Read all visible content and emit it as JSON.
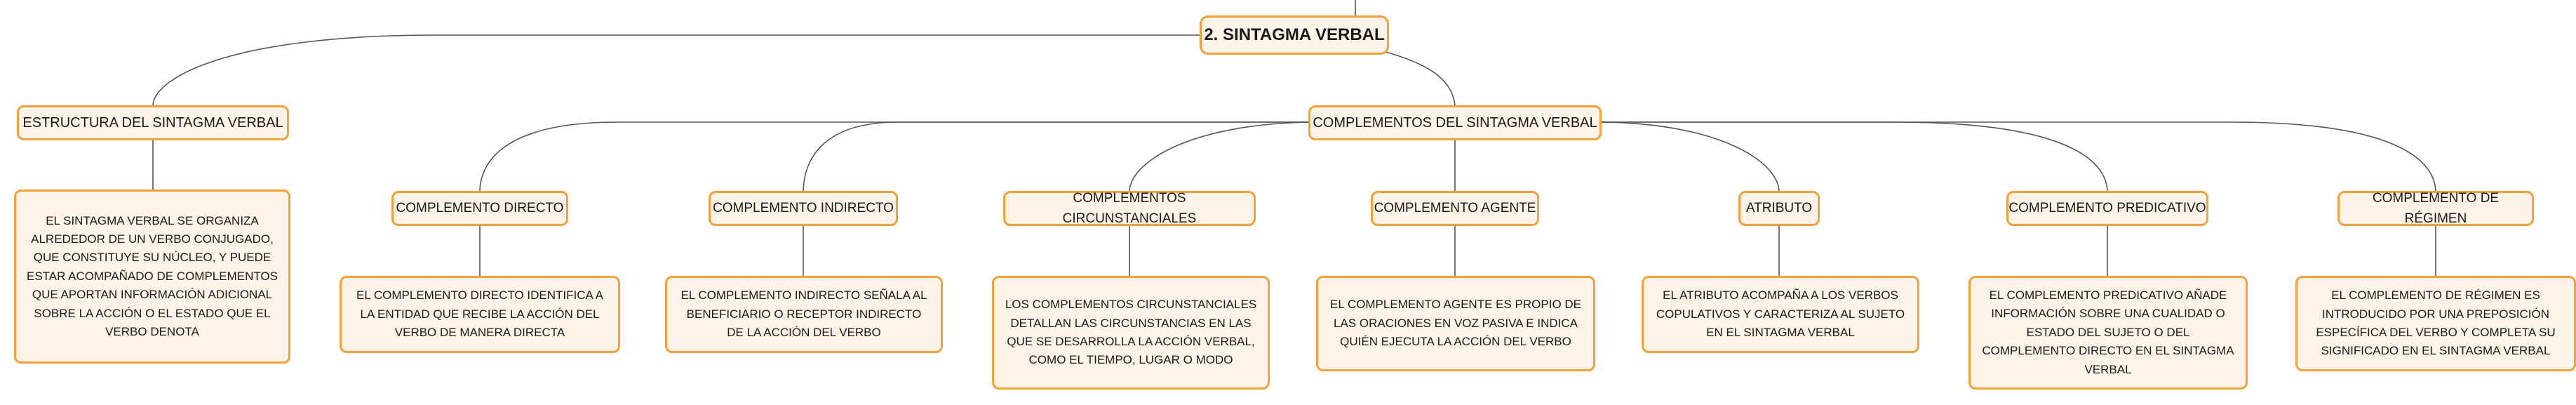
{
  "root": {
    "label": "2. SINTAGMA VERBAL"
  },
  "estructura": {
    "label": "ESTRUCTURA DEL SINTAGMA VERBAL",
    "desc": "EL SINTAGMA VERBAL SE ORGANIZA ALREDEDOR DE UN VERBO CONJUGADO, QUE CONSTITUYE SU NÚCLEO, Y PUEDE ESTAR ACOMPAÑADO DE COMPLEMENTOS QUE APORTAN INFORMACIÓN ADICIONAL SOBRE LA ACCIÓN O EL ESTADO QUE EL VERBO DENOTA"
  },
  "complementos": {
    "label": "COMPLEMENTOS DEL SINTAGMA VERBAL",
    "items": [
      {
        "label": "COMPLEMENTO DIRECTO",
        "desc": "EL COMPLEMENTO DIRECTO IDENTIFICA A LA ENTIDAD QUE RECIBE LA ACCIÓN DEL VERBO DE MANERA DIRECTA"
      },
      {
        "label": "COMPLEMENTO INDIRECTO",
        "desc": "EL COMPLEMENTO INDIRECTO SEÑALA AL BENEFICIARIO O RECEPTOR INDIRECTO DE LA ACCIÓN DEL VERBO"
      },
      {
        "label": "COMPLEMENTOS CIRCUNSTANCIALES",
        "desc": "LOS COMPLEMENTOS CIRCUNSTANCIALES DETALLAN LAS CIRCUNSTANCIAS EN LAS QUE SE DESARROLLA LA ACCIÓN VERBAL, COMO EL TIEMPO, LUGAR O MODO"
      },
      {
        "label": "COMPLEMENTO AGENTE",
        "desc": "EL COMPLEMENTO AGENTE ES PROPIO DE LAS ORACIONES EN VOZ PASIVA E INDICA QUIÉN EJECUTA LA ACCIÓN DEL VERBO"
      },
      {
        "label": "ATRIBUTO",
        "desc": "EL ATRIBUTO ACOMPAÑA A LOS VERBOS COPULATIVOS Y CARACTERIZA AL SUJETO EN EL SINTAGMA VERBAL"
      },
      {
        "label": "COMPLEMENTO PREDICATIVO",
        "desc": "EL COMPLEMENTO PREDICATIVO AÑADE INFORMACIÓN SOBRE UNA CUALIDAD O ESTADO DEL SUJETO O DEL COMPLEMENTO DIRECTO EN EL SINTAGMA VERBAL"
      },
      {
        "label": "COMPLEMENTO DE RÉGIMEN",
        "desc": "EL COMPLEMENTO DE RÉGIMEN ES INTRODUCIDO POR UNA PREPOSICIÓN ESPECÍFICA DEL VERBO Y COMPLETA SU SIGNIFICADO EN EL SINTAGMA VERBAL"
      }
    ]
  }
}
